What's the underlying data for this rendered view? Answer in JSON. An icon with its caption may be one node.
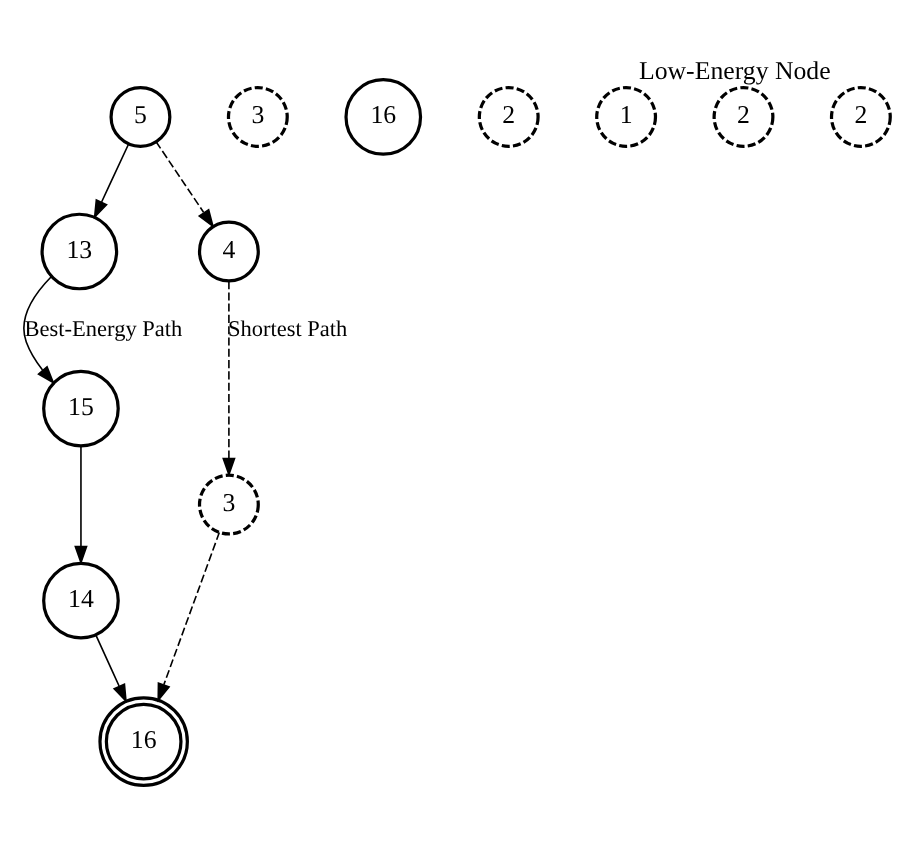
{
  "diagram": {
    "nodes": [
      {
        "text": [
          "15"
        ]
      },
      {
        "text": [
          "13"
        ]
      },
      {
        "text": [
          "5"
        ]
      },
      {
        "text": [
          "3"
        ]
      },
      {
        "text": [
          "16"
        ]
      },
      {
        "text": [
          "2"
        ]
      },
      {
        "text": [
          "14"
        ]
      },
      {
        "text": [
          "1"
        ]
      },
      {
        "text": [
          "4"
        ]
      },
      {
        "text": [
          "3"
        ]
      },
      {
        "text": [
          "2"
        ]
      },
      {
        "text": [
          "16"
        ]
      },
      {
        "text": [
          "2"
        ],
        "beside": [
          "Low-Energy Node"
        ]
      }
    ],
    "edges": [
      {
        "from": 2,
        "to": 1,
        "arrow": "to"
      },
      {
        "from": 1,
        "to": 0,
        "arrow": "to",
        "label": "Best-Energy Path"
      },
      {
        "from": 0,
        "to": 6,
        "arrow": "to"
      },
      {
        "from": 6,
        "to": 11,
        "arrow": "to"
      },
      {
        "from": 2,
        "to": 8,
        "arrow": "to",
        "style": "dashed"
      },
      {
        "from": 8,
        "to": 9,
        "arrow": "to",
        "style": "dashed",
        "label": "Shortest Path"
      },
      {
        "from": 9,
        "to": 11,
        "arrow": "to",
        "style": "dashed"
      }
    ]
  }
}
